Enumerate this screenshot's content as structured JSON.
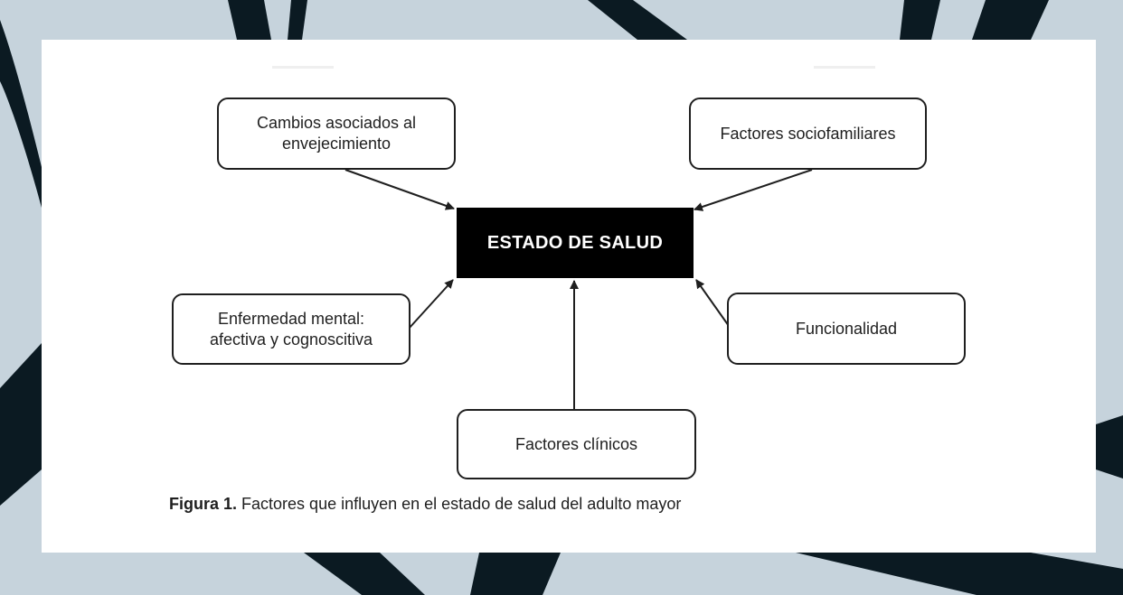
{
  "diagram": {
    "center": "ESTADO DE SALUD",
    "nodes": {
      "top_left": "Cambios asociados al\nenvejecimiento",
      "top_right": "Factores sociofamiliares",
      "mid_left": "Enfermedad mental:\nafectiva y cognoscitiva",
      "mid_right": "Funcionalidad",
      "bottom": "Factores clínicos"
    }
  },
  "caption": {
    "label": "Figura 1.",
    "text": "Factores que influyen en el estado de salud del adulto mayor"
  },
  "colors": {
    "background": "#c6d3dc",
    "brush": "#0b1a22",
    "card": "#ffffff",
    "center_fill": "#000000"
  }
}
